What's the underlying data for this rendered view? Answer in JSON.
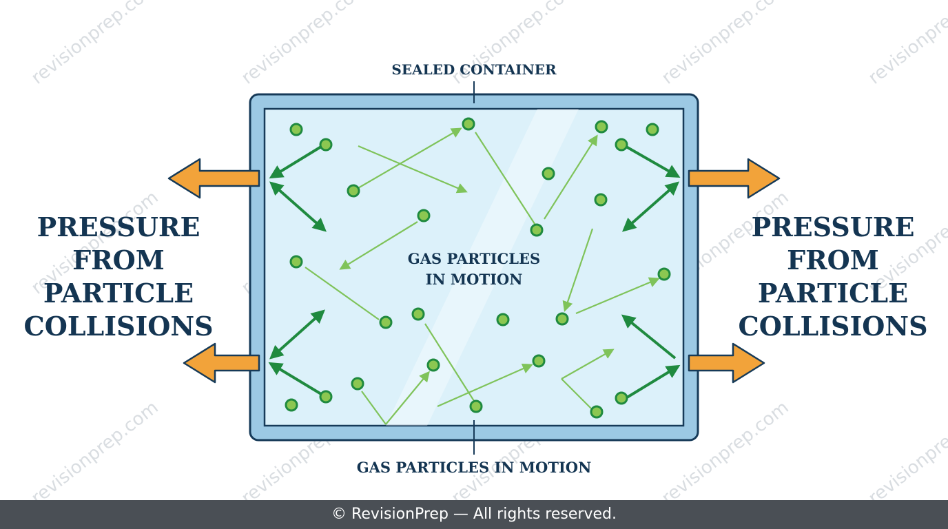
{
  "watermark": "revisionprep.com",
  "labels": {
    "top": "SEALED CONTAINER",
    "center": [
      "GAS PARTICLES",
      "IN MOTION"
    ],
    "bottom": "GAS PARTICLES IN MOTION",
    "left": [
      "PRESSURE",
      "FROM",
      "PARTICLE",
      "COLLISIONS"
    ],
    "right": [
      "PRESSURE",
      "FROM",
      "PARTICLE",
      "COLLISIONS"
    ]
  },
  "footer": "© RevisionPrep — All rights reserved.",
  "colors": {
    "text": "#143552",
    "container_frame": "#9cc9e4",
    "container_inner": "#dcf1fa",
    "particle": "#8cc751",
    "collision_arrow": "#1f8a3f",
    "pressure_arrow": "#f2a33a",
    "footer_bg": "#4a4f55"
  }
}
